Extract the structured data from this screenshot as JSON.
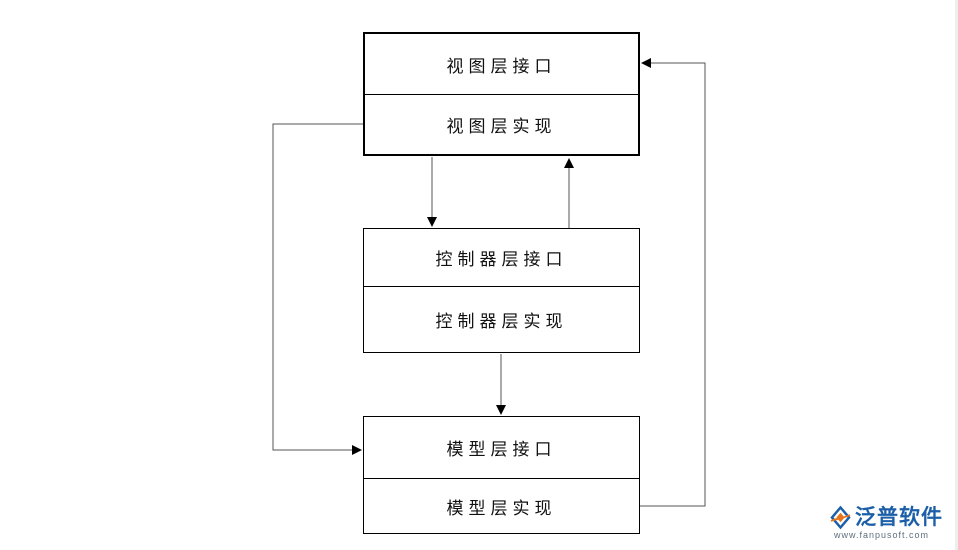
{
  "diagram": {
    "view_layer": {
      "interface_label": "视图层接口",
      "implementation_label": "视图层实现"
    },
    "controller_layer": {
      "interface_label": "控制器层接口",
      "implementation_label": "控制器层实现"
    },
    "model_layer": {
      "interface_label": "模型层接口",
      "implementation_label": "模型层实现"
    }
  },
  "watermark": {
    "brand": "泛普软件",
    "url": "www.fanpusoft.com",
    "colors": {
      "primary": "#1c5fa8",
      "accent": "#e8741c"
    }
  }
}
